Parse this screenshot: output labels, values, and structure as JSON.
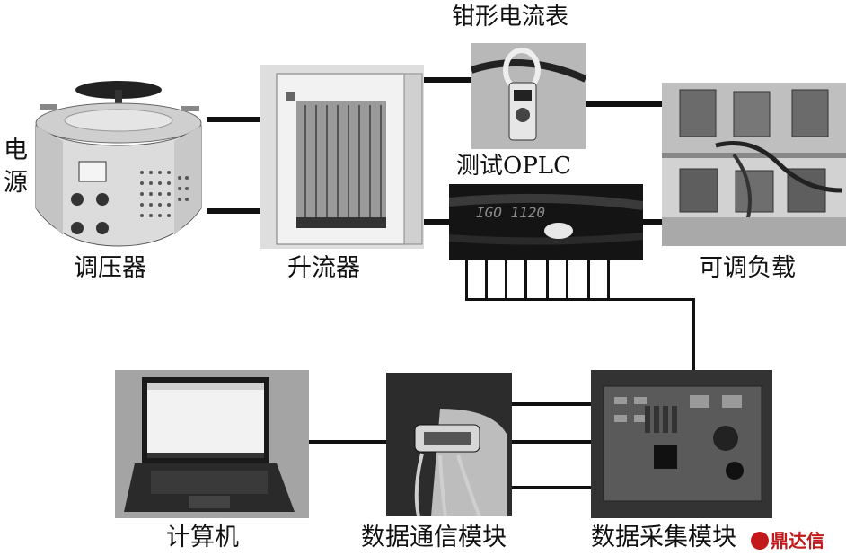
{
  "labels": {
    "power": "电源",
    "regulator": "调压器",
    "booster": "升流器",
    "clamp_meter": "钳形电流表",
    "test_oplc": "测试OPLC",
    "adjustable_load": "可调负载",
    "computer": "计算机",
    "comm_module": "数据通信模块",
    "acquisition_module": "数据采集模块"
  },
  "cable_text": "IGO 1120",
  "watermark": "鼎达信"
}
